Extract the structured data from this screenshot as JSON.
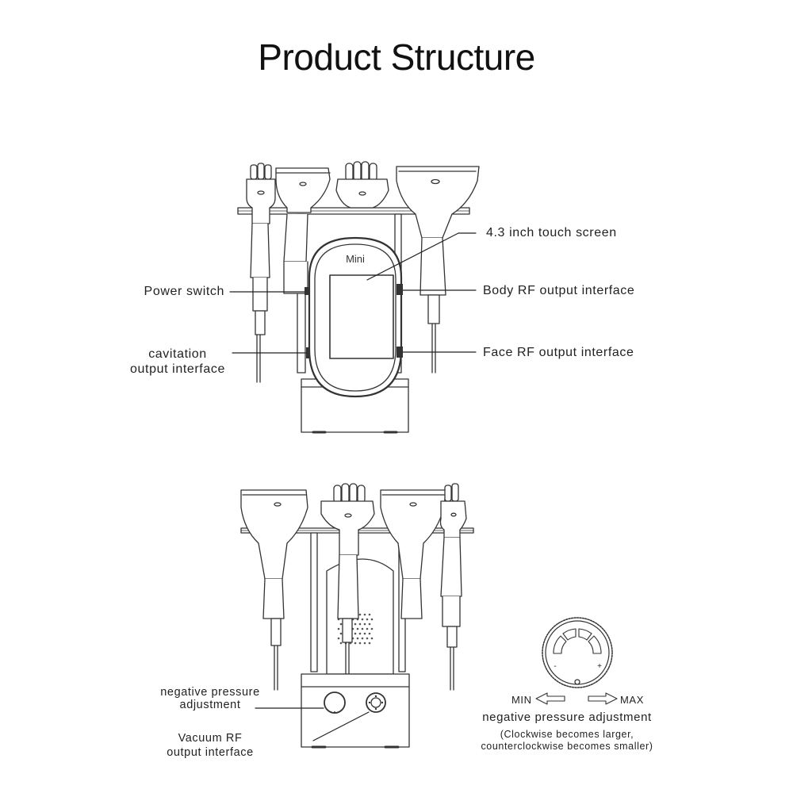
{
  "title": "Product Structure",
  "front_view": {
    "screen_brand": "Mini",
    "labels": {
      "touch_screen": "4.3 inch touch screen",
      "power_switch": "Power switch",
      "body_rf": "Body RF output interface",
      "cavitation_line1": "cavitation",
      "cavitation_line2": "output  interface",
      "face_rf": "Face RF output interface"
    }
  },
  "back_view": {
    "labels": {
      "neg_pressure_line1": "negative pressure",
      "neg_pressure_line2": "adjustment",
      "vacuum_rf_line1": "Vacuum RF",
      "vacuum_rf_line2": "output interface"
    }
  },
  "knob": {
    "minus_mark": "-",
    "plus_mark": "+",
    "min_label": "MIN",
    "max_label": "MAX",
    "caption": "negative pressure adjustment",
    "note_line1": "(Clockwise becomes larger,",
    "note_line2": "counterclockwise becomes smaller)"
  },
  "colors": {
    "line": "#222222",
    "text": "#222222"
  }
}
